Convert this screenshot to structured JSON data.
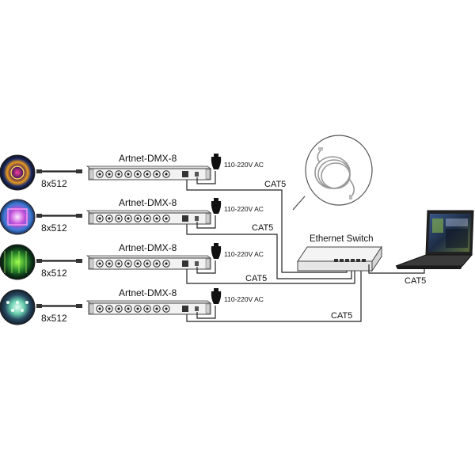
{
  "rows": [
    {
      "device_label": "Artnet-DMX-8",
      "channels": "8x512",
      "power": "110-220V AC",
      "cable": "CAT5",
      "screen": "orb"
    },
    {
      "device_label": "Artnet-DMX-8",
      "channels": "8x512",
      "power": "110-220V AC",
      "cable": "CAT5",
      "screen": "panel"
    },
    {
      "device_label": "Artnet-DMX-8",
      "channels": "8x512",
      "power": "110-220V AC",
      "cable": "CAT5",
      "screen": "matrix"
    },
    {
      "device_label": "Artnet-DMX-8",
      "channels": "8x512",
      "power": "110-220V AC",
      "cable": "CAT5",
      "screen": "sphere"
    }
  ],
  "switch": {
    "label": "Ethernet Switch"
  },
  "laptop": {
    "cable": "CAT5"
  },
  "colors": {
    "line": "#222222",
    "device_face": "#f2f2f2",
    "device_edge": "#555555"
  }
}
